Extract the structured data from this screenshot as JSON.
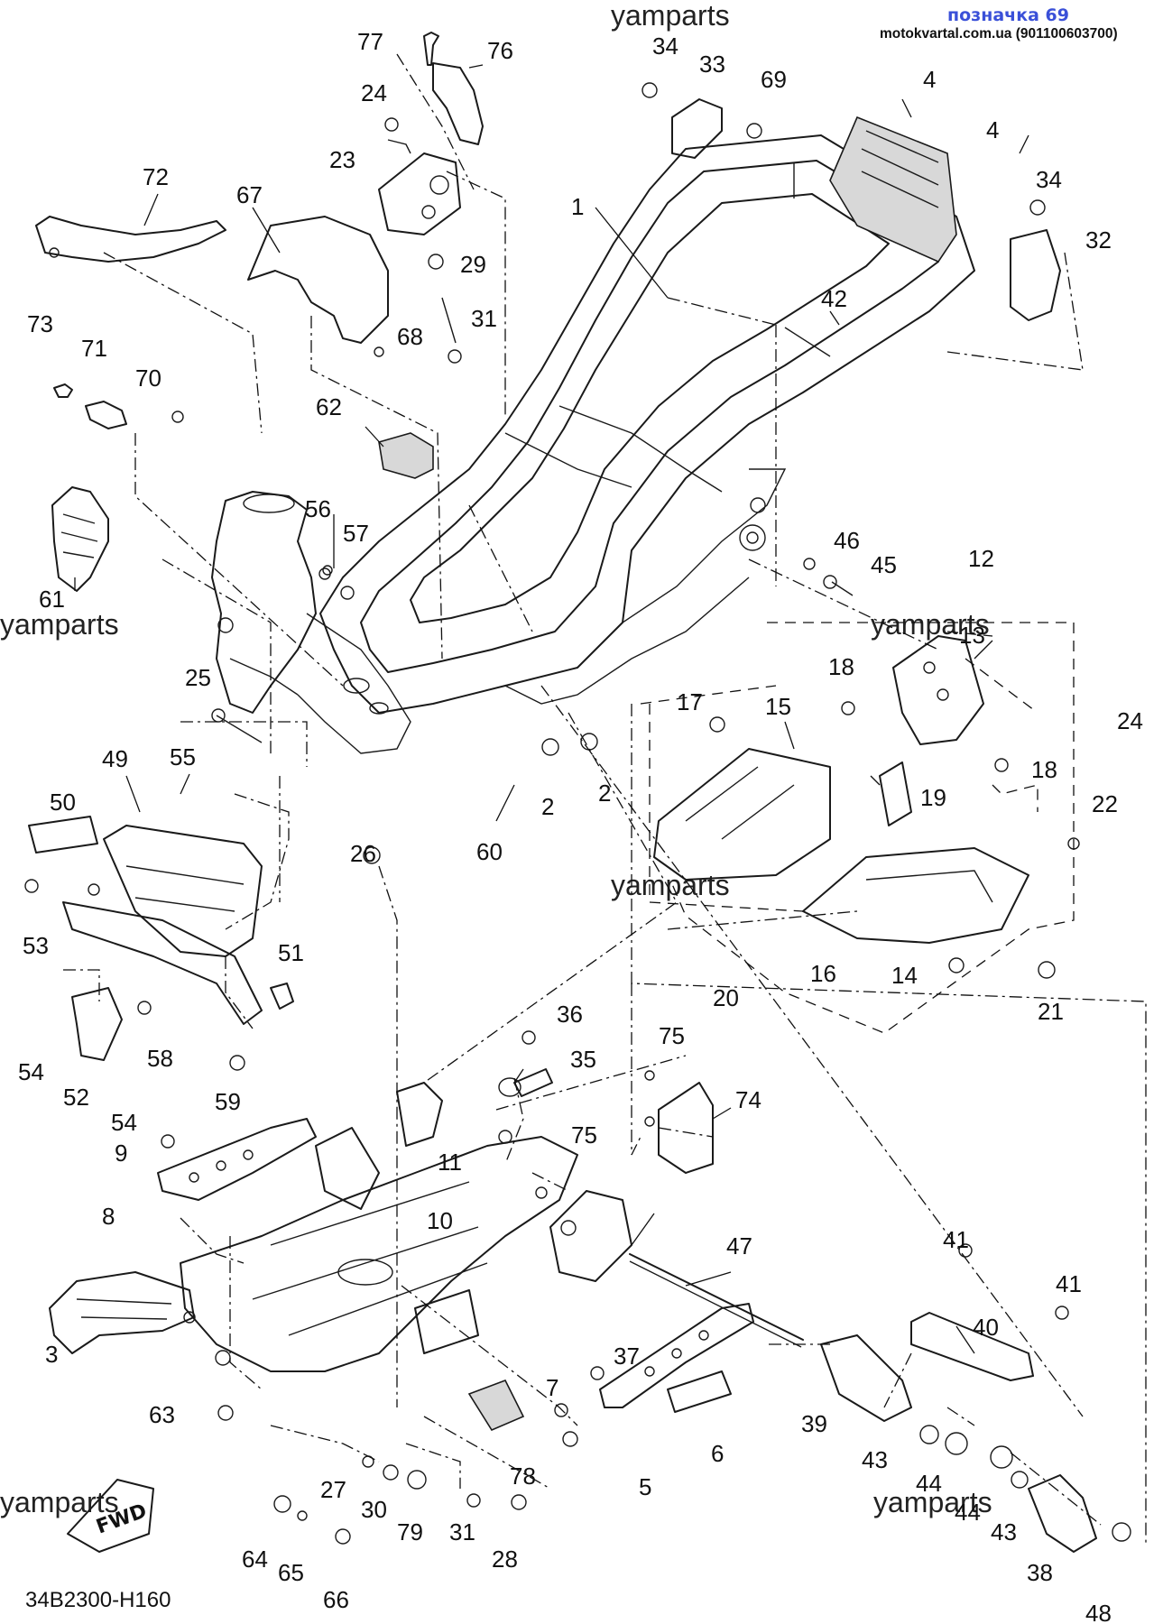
{
  "header": {
    "badge": "позначка 69",
    "source": "motokvartal.com.ua (901100603700)"
  },
  "watermark": "yamparts",
  "diagram_code": "34B2300-H160",
  "fwd_label": "FWD",
  "callouts": [
    "77",
    "76",
    "34",
    "33",
    "69",
    "4",
    "4",
    "34",
    "32",
    "24",
    "23",
    "72",
    "67",
    "1",
    "29",
    "31",
    "42",
    "73",
    "68",
    "71",
    "70",
    "62",
    "56",
    "57",
    "46",
    "45",
    "12",
    "61",
    "13",
    "25",
    "18",
    "17",
    "15",
    "24",
    "18",
    "19",
    "22",
    "2",
    "2",
    "49",
    "55",
    "60",
    "26",
    "50",
    "53",
    "51",
    "58",
    "54",
    "52",
    "59",
    "54",
    "20",
    "16",
    "14",
    "21",
    "36",
    "35",
    "75",
    "74",
    "75",
    "9",
    "11",
    "8",
    "10",
    "47",
    "41",
    "41",
    "40",
    "3",
    "37",
    "7",
    "39",
    "63",
    "6",
    "43",
    "44",
    "27",
    "30",
    "79",
    "31",
    "78",
    "5",
    "44",
    "43",
    "64",
    "65",
    "28",
    "66",
    "38",
    "48"
  ]
}
